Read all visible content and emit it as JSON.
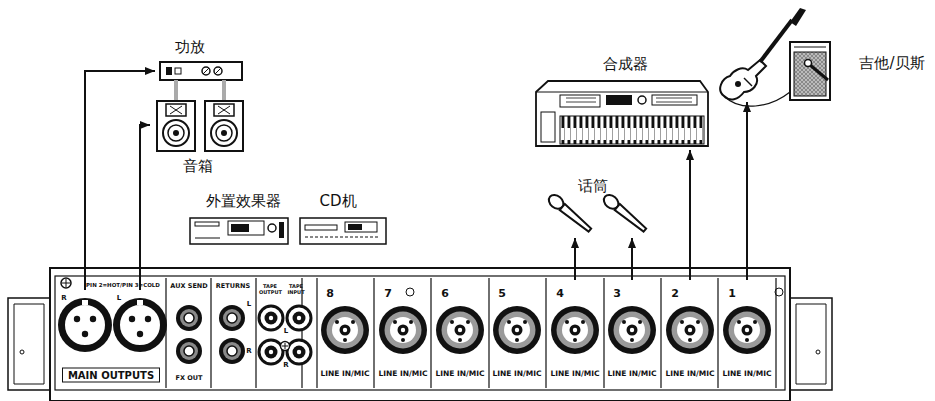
{
  "diagram": {
    "nodes": [
      {
        "text": [
          "功放"
        ]
      },
      {
        "text": [
          "音箱"
        ]
      },
      {
        "text": [
          "外置效果器"
        ]
      },
      {
        "text": [
          "CD机"
        ]
      },
      {
        "text": [
          "话筒"
        ]
      },
      {
        "text": [
          "合成器"
        ]
      },
      {
        "text": [
          "吉他/贝斯"
        ]
      },
      {
        "text": [
          "PIN 2=HOT/PIN 3=COLD",
          "MAIN OUTPUTS"
        ]
      },
      {
        "text": [
          "R"
        ],
        "in": 7
      },
      {
        "text": [
          "L"
        ],
        "in": 7
      },
      {
        "text": [
          "8",
          "LINE IN/MIC"
        ]
      },
      {
        "text": [
          "7",
          "LINE IN/MIC"
        ]
      },
      {
        "text": [
          "6",
          "LINE IN/MIC"
        ]
      },
      {
        "text": [
          "5",
          "LINE IN/MIC"
        ]
      },
      {
        "text": [
          "4",
          "LINE IN/MIC"
        ]
      },
      {
        "text": [
          "3",
          "LINE IN/MIC"
        ]
      },
      {
        "text": [
          "2",
          "LINE IN/MIC"
        ]
      },
      {
        "text": [
          "1",
          "LINE IN/MIC"
        ]
      }
    ],
    "edges": [
      {
        "from": 8,
        "to": 0,
        "arrow": "to"
      },
      {
        "from": 9,
        "to": 1,
        "arrow": "to"
      },
      {
        "from": 14,
        "to": 4,
        "arrow": "to"
      },
      {
        "from": 15,
        "to": 4,
        "arrow": "to"
      },
      {
        "from": 16,
        "to": 5,
        "arrow": "to"
      },
      {
        "from": 17,
        "to": 6,
        "arrow": "to"
      }
    ],
    "labels": [
      "AUX SEND",
      "FX OUT",
      "RETURNS",
      "L",
      "R",
      "TAPE OUTPUT",
      "TAPE INPUT",
      "L",
      "R"
    ]
  }
}
